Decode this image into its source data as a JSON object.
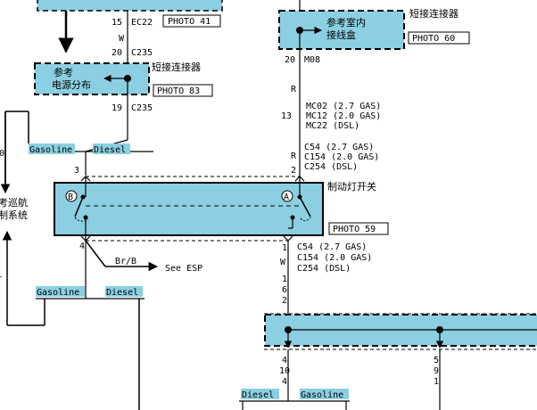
{
  "colors": {
    "box_fill": "#8ccfe2",
    "wire": "#000000",
    "dashed_border": "#000000",
    "background": "#ffffff"
  },
  "top_left": {
    "pin_upper": "15",
    "conn_upper": "EC22",
    "photo_upper": "PHOTO 41",
    "wire_color": "W",
    "pin_mid": "20",
    "conn_mid": "C235"
  },
  "power_box": {
    "line1": "参考",
    "line2": "电源分布",
    "short_connector_label": "短接连接器",
    "photo": "PHOTO 83"
  },
  "left_lower": {
    "pin": "19",
    "conn": "C235"
  },
  "left_variants": {
    "gasoline": "Gasoline",
    "diesel": "Diesel",
    "left_edge_digit": "0"
  },
  "cruise": {
    "line1": "考巡航",
    "line2": "制系统"
  },
  "right_top": {
    "box_line1": "参考室内",
    "box_line2": "接线盒",
    "short_connector_label": "短接连接器",
    "photo": "PHOTO 60",
    "pin": "20",
    "conn": "M08",
    "wire_color": "R"
  },
  "right_connectors": {
    "pin": "13",
    "codes": [
      "MC02 (2.7 GAS)",
      "MC12 (2.0 GAS)",
      "MC22 (DSL)"
    ],
    "wire_color": "R"
  },
  "switch_in_connectors": {
    "codes": [
      "C54 (2.7 GAS)",
      "C154 (2.0 GAS)",
      "C254 (DSL)"
    ],
    "pin_right": "2",
    "pin_left": "3"
  },
  "brake_switch": {
    "label": "制动灯开关",
    "photo": "PHOTO 59",
    "marker_left": "B",
    "marker_right": "A"
  },
  "switch_out": {
    "pin_left": "4",
    "pin_right": "1",
    "codes": [
      "C54 (2.7 GAS)",
      "C154 (2.0 GAS)",
      "C254 (DSL)"
    ],
    "wire_right": "W",
    "wire_left": "Br/B",
    "see_esp": "See ESP"
  },
  "lower_left_variants": {
    "gasoline": "Gasoline",
    "diesel": "Diesel"
  },
  "mid_right_pins": [
    "1",
    "6",
    "2"
  ],
  "lower_right": {
    "pins_left": [
      "4",
      "10",
      "4"
    ],
    "pins_right": [
      "5",
      "9",
      "1"
    ],
    "diesel": "Diesel",
    "gasoline": "Gasoline"
  },
  "left_side_fragment": "r"
}
